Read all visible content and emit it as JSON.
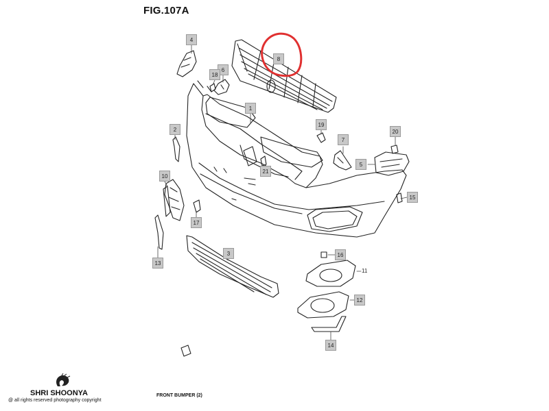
{
  "figure": {
    "title": "FIG.107A",
    "caption": "FRONT BUMPER (2)"
  },
  "branding": {
    "name": "SHRI SHOONYA",
    "copyright": "@ all rights reserved photography copyright"
  },
  "callouts": {
    "c1": "1",
    "c2": "2",
    "c3": "3",
    "c4": "4",
    "c5": "5",
    "c6": "6",
    "c7": "7",
    "c8": "8",
    "c10": "10",
    "c11": "11",
    "c12": "12",
    "c13": "13",
    "c14": "14",
    "c15": "15",
    "c16": "16",
    "c17": "17",
    "c18": "18",
    "c19": "19",
    "c20": "20",
    "c21": "21"
  },
  "colors": {
    "line": "#222222",
    "callout_fill": "#c8c8c8",
    "highlight": "#e03030"
  }
}
